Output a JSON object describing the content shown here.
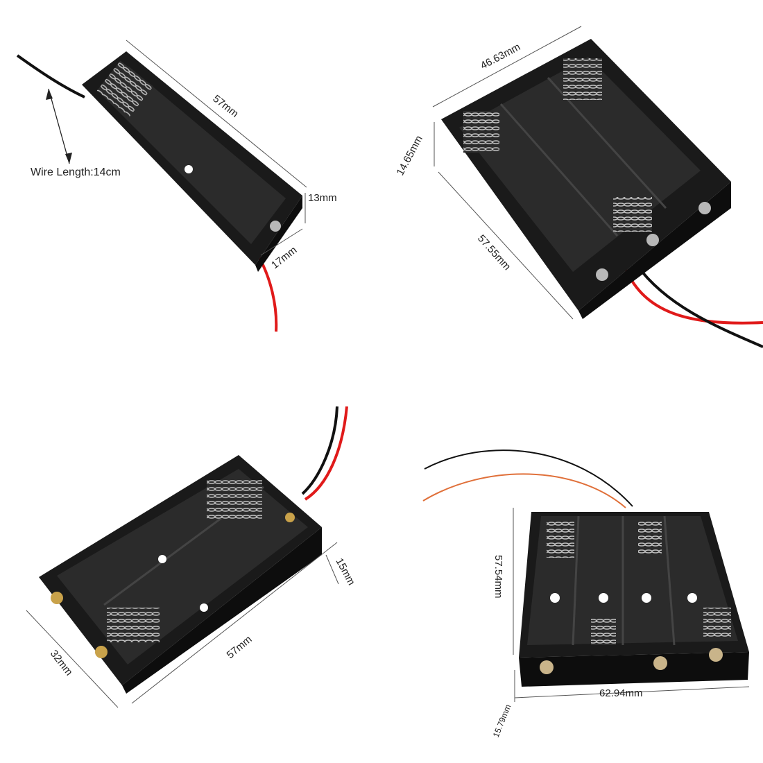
{
  "panel1": {
    "wire_length": "Wire Length:14cm",
    "length": "57mm",
    "height": "13mm",
    "width": "17mm"
  },
  "panel2": {
    "width": "46.63mm",
    "height": "14.65mm",
    "length": "57.55mm"
  },
  "panel3": {
    "height": "15mm",
    "length": "57mm",
    "width": "32mm"
  },
  "panel4": {
    "length": "57.54mm",
    "width": "62.94mm",
    "height": "15.79mm"
  },
  "colors": {
    "plastic": "#1a1a1a",
    "plastic_inner": "#2b2b2b",
    "spring": "#b8b8b8",
    "brass": "#c9a24a",
    "red_wire": "#e01a1a",
    "black_wire": "#111111"
  }
}
